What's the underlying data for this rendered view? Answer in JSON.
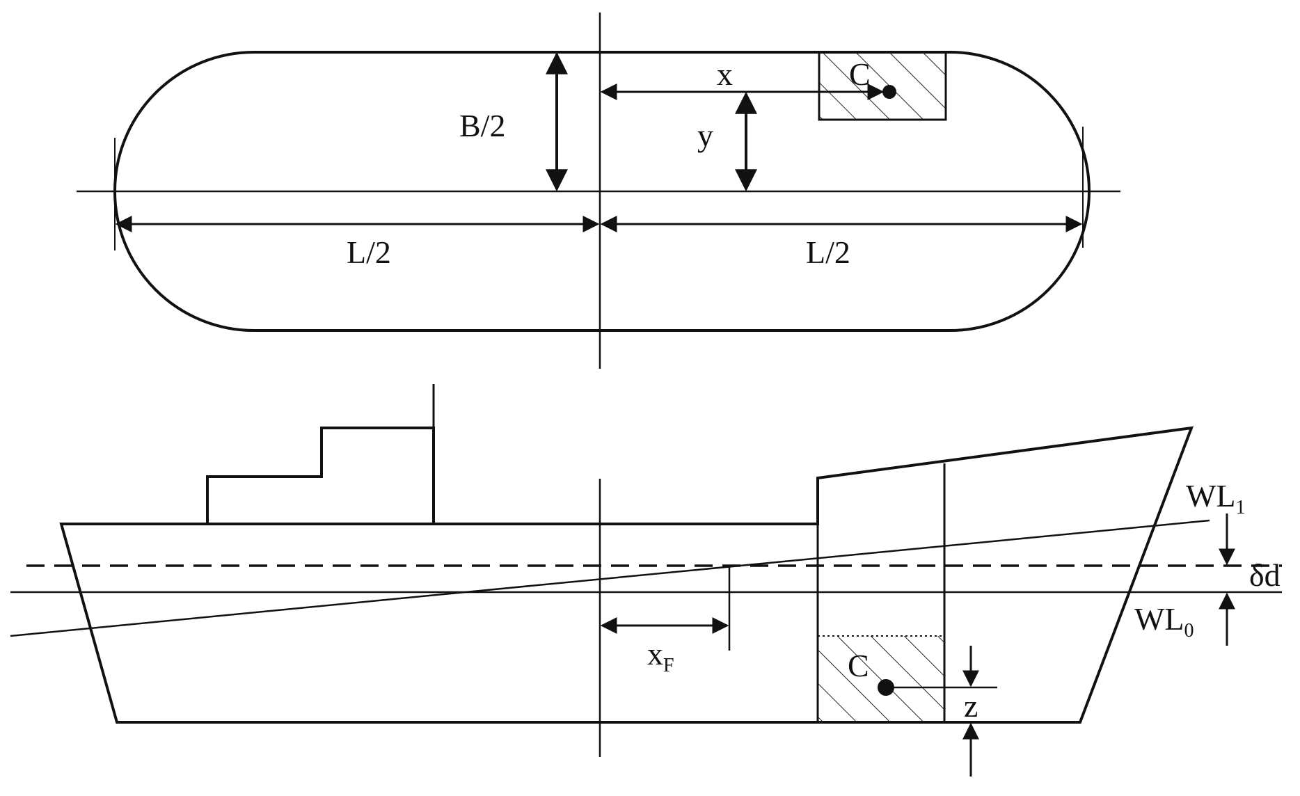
{
  "diagram": {
    "plan_view": {
      "half_breadth": "B/2",
      "half_length_left": "L/2",
      "half_length_right": "L/2",
      "x": "x",
      "y": "y",
      "compartment": "C"
    },
    "profile_view": {
      "wl1": "WL",
      "wl1_sub": "1",
      "wl0": "WL",
      "wl0_sub": "0",
      "draft_change": "δd",
      "xf": "x",
      "xf_sub": "F",
      "compartment": "C",
      "z": "z"
    }
  }
}
